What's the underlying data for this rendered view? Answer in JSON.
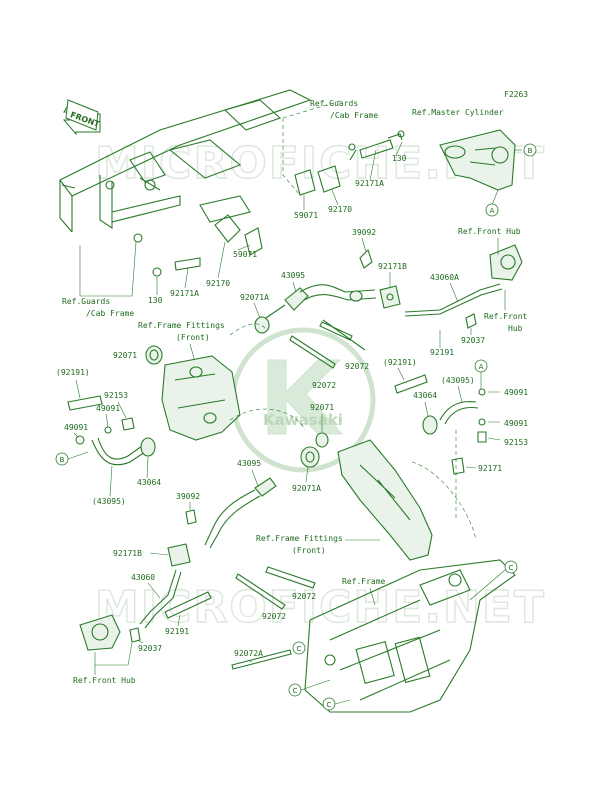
{
  "figure_code": "F2263",
  "front_arrow_label": "FRONT",
  "watermark": {
    "text": "MICROFICHE.NET",
    "logo_text": "Kawasaki"
  },
  "refs": {
    "guards_cab_frame_top_1": "Ref.Guards",
    "guards_cab_frame_top_2": "/Cab Frame",
    "master_cylinder": "Ref.Master Cylinder",
    "front_hub_right_top": "Ref.Front Hub",
    "guards_cab_frame_left_1": "Ref.Guards",
    "guards_cab_frame_left_2": "/Cab Frame",
    "frame_fittings_front_top_1": "Ref.Frame Fittings",
    "frame_fittings_front_top_2": "(Front)",
    "front_hub_right_mid_1": "Ref.Front",
    "front_hub_right_mid_2": "Hub",
    "frame_fittings_front_bottom_1": "Ref.Frame Fittings",
    "frame_fittings_front_bottom_2": "(Front)",
    "frame": "Ref.Frame",
    "front_hub_left_bottom": "Ref.Front Hub"
  },
  "parts": {
    "p130_top": "130",
    "p92171A_top": "92171A",
    "p59071_top": "59071",
    "p92170_top": "92170",
    "p39092_top": "39092",
    "p59071_mid": "59071",
    "p92170_mid": "92170",
    "p130_left": "130",
    "p92171A_left": "92171A",
    "p43095_top": "43095",
    "p92071A_top": "92071A",
    "p92171B_right": "92171B",
    "p43060A": "43060A",
    "p92037_right": "92037",
    "p92191_right_top": "92191",
    "p92071_left": "92071",
    "p92072_a": "92072",
    "p92072_b": "92072",
    "p92191_paren_left": "(92191)",
    "p92153_left": "92153",
    "p49091_left_a": "49091",
    "p49091_left_b": "49091",
    "p43095_paren_left": "(43095)",
    "p43064_left": "43064",
    "p92071_mid": "92071",
    "p92191_paren_right": "(92191)",
    "p43095_paren_right": "(43095)",
    "p43064_right": "43064",
    "p49091_right_a": "49091",
    "p49091_right_b": "49091",
    "p92153_right": "92153",
    "p92171_right": "92171",
    "p43095_mid": "43095",
    "p92071A_mid": "92071A",
    "p39092_mid": "39092",
    "p92171B_left": "92171B",
    "p43060": "43060",
    "p92191_left_bottom": "92191",
    "p92037_left": "92037",
    "p92072_c": "92072",
    "p92072_d": "92072",
    "p92072A": "92072A"
  },
  "callouts": {
    "A": "A",
    "B": "B",
    "C": "C"
  }
}
